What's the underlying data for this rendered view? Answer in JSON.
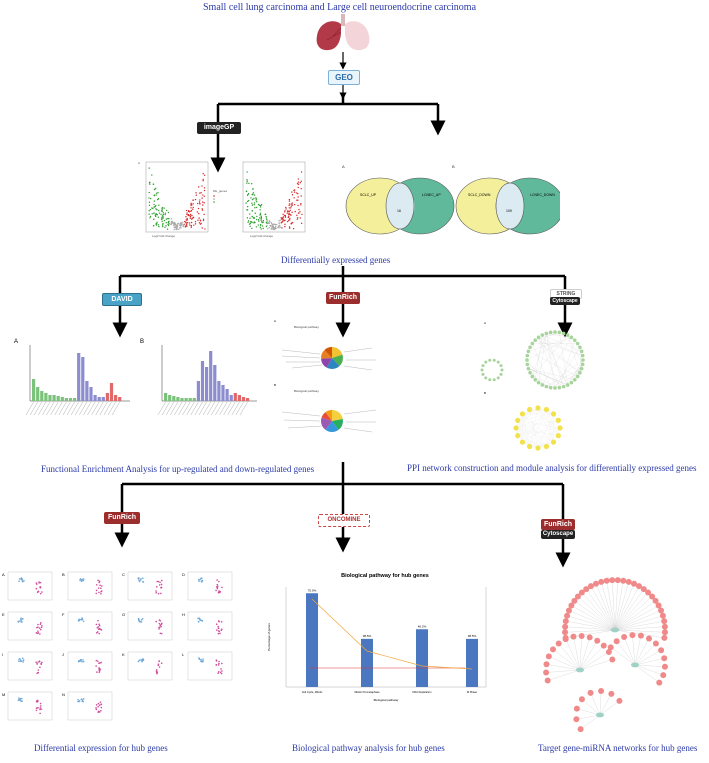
{
  "title": "Small cell lung carcinoma and Large cell neuroendocrine carcinoma",
  "tools": {
    "geo": "GEO",
    "imagegp": "imageGP",
    "david": "DAVID",
    "funrich": "FunRich",
    "string": "STRING",
    "cytoscape": "Cytoscape",
    "oncomine": "ONCOMINE"
  },
  "captions": {
    "degs": "Differentially expressed genes",
    "fea": "Functional Enrichment Analysis  for up-regulated and down-regulated genes",
    "ppi": "PPI network construction and module analysis for differentially expressed genes",
    "hub_expr": "Differential expression for hub genes",
    "pathway": "Biological pathway analysis for hub genes",
    "mirna": "Target gene-miRNA networks for hub genes"
  },
  "panel_letters": [
    "A",
    "B",
    "C",
    "D",
    "E",
    "F",
    "G",
    "H",
    "I",
    "J",
    "K",
    "L",
    "M",
    "N"
  ],
  "venn": {
    "a_left": "SCLC_UP",
    "a_right": "LCNEC_UP",
    "a_mid": "16",
    "b_left": "SCLC_DOWN",
    "b_right": "LCNEC_DOWN",
    "b_mid": "109"
  },
  "pathway_chart": {
    "title": "Biological pathway for hub genes",
    "categories": [
      "Cell Cycle, Mitotic",
      "Mitotic Prometaphase",
      "DNA Replication",
      "M Phase"
    ],
    "values": [
      75.0,
      38.5,
      46.2,
      38.5
    ],
    "labels": [
      "75.0%",
      "38.5%",
      "46.2%",
      "38.5%"
    ],
    "xlabel": "Biological pathway",
    "ylabel": "Percentage of genes"
  },
  "colors": {
    "caption": "#2b3aa8",
    "volcano_up": "#d62728",
    "volcano_down": "#2ca02c",
    "venn_left": "#f3ef9a",
    "venn_right": "#5fb99a",
    "bar_green": "#7bc27b",
    "bar_purple": "#8c8ccf",
    "bar_red": "#e06a6a",
    "bar_blue": "#4a77c0",
    "node_pink": "#f08a8a",
    "node_teal": "#9fd1c4",
    "node_yellow": "#f2e24a",
    "node_green": "#a7d49b"
  }
}
